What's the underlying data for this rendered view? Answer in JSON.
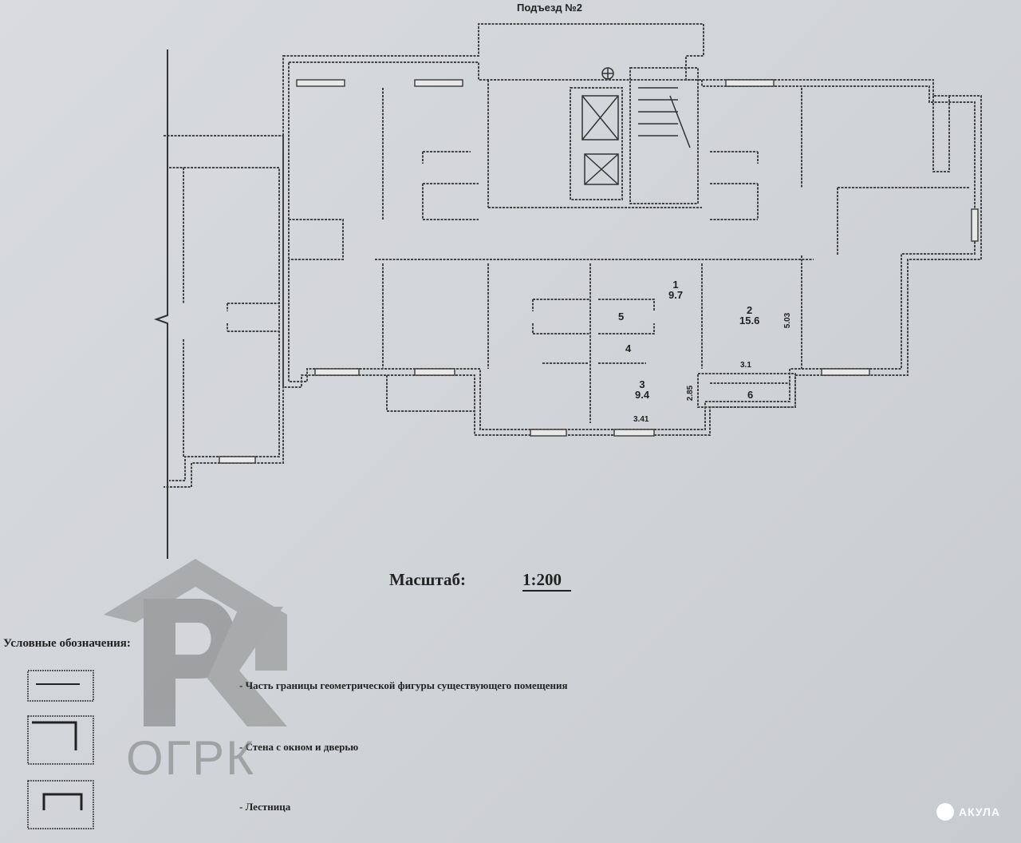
{
  "header": {
    "entrance": "Подъезд №2"
  },
  "rooms": [
    {
      "num": "1",
      "area": "9.7"
    },
    {
      "num": "2",
      "area": "15.6"
    },
    {
      "num": "3",
      "area": "9.4"
    },
    {
      "num": "4"
    },
    {
      "num": "5"
    },
    {
      "num": "6"
    }
  ],
  "dimensions": {
    "d1": "5.03",
    "d2": "3.1",
    "d3": "2.85",
    "d4": "3.41"
  },
  "scale": {
    "label": "Масштаб:",
    "value": "1:200"
  },
  "legend": {
    "title": "Условные обозначения:",
    "items": [
      "- Часть границы геометрической фигуры существующего помещения",
      "- Стена с окном и дверью",
      "- Лестница"
    ]
  },
  "watermarks": {
    "left": "ОГРК",
    "right": "АКУЛА"
  }
}
